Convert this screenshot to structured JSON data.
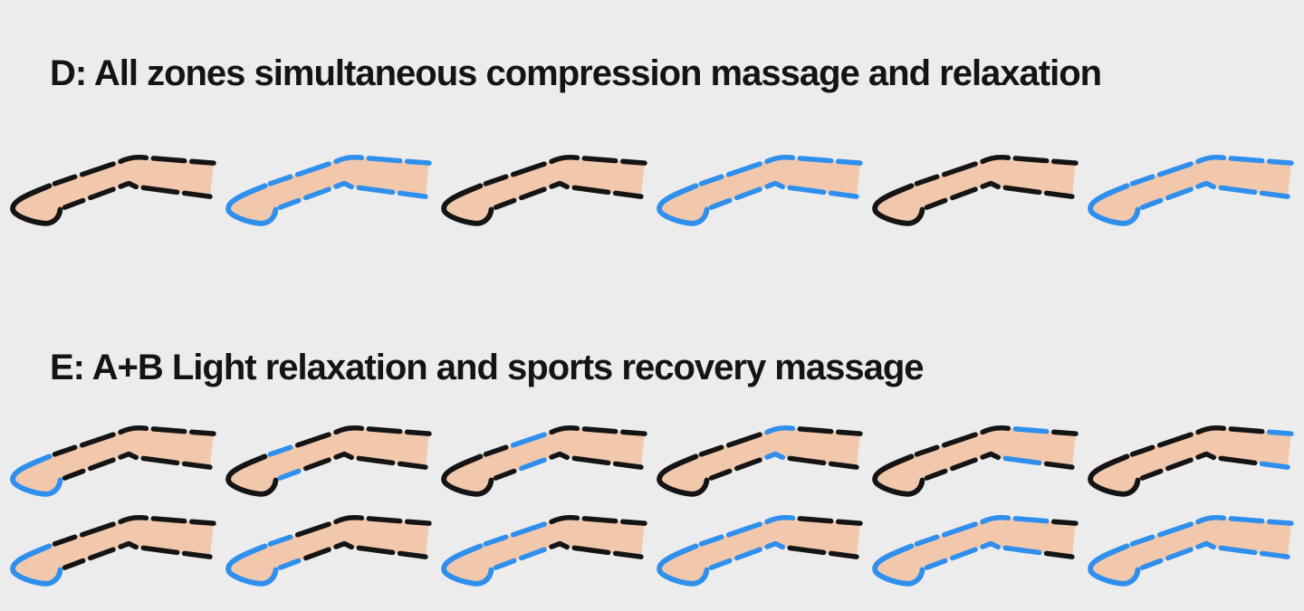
{
  "page": {
    "background_color": "#ececec",
    "description": "Leg air-compression massager mode diagram"
  },
  "colors": {
    "active_zone": "#2e8fed",
    "inactive_zone": "#141414",
    "skin": "#f2c8ad"
  },
  "zone_names": [
    "foot",
    "ankle",
    "calf",
    "knee",
    "thigh",
    "upper-thigh"
  ],
  "sections": [
    {
      "label": "D",
      "title": "D: All zones simultaneous compression massage and relaxation",
      "rows": [
        [
          {
            "active": []
          },
          {
            "active": [
              0,
              1,
              2,
              3,
              4,
              5
            ]
          },
          {
            "active": []
          },
          {
            "active": [
              0,
              1,
              2,
              3,
              4,
              5
            ]
          },
          {
            "active": []
          },
          {
            "active": [
              0,
              1,
              2,
              3,
              4,
              5
            ]
          }
        ]
      ]
    },
    {
      "label": "E",
      "title": "E: A+B Light relaxation and sports recovery massage",
      "rows": [
        [
          {
            "active": [
              0
            ]
          },
          {
            "active": [
              1
            ]
          },
          {
            "active": [
              2
            ]
          },
          {
            "active": [
              3
            ]
          },
          {
            "active": [
              4
            ]
          },
          {
            "active": [
              5
            ]
          }
        ],
        [
          {
            "active": [
              0
            ]
          },
          {
            "active": [
              0,
              1
            ]
          },
          {
            "active": [
              0,
              1,
              2
            ]
          },
          {
            "active": [
              0,
              1,
              2,
              3
            ]
          },
          {
            "active": [
              0,
              1,
              2,
              3,
              4
            ]
          },
          {
            "active": [
              0,
              1,
              2,
              3,
              4,
              5
            ]
          }
        ]
      ]
    }
  ]
}
